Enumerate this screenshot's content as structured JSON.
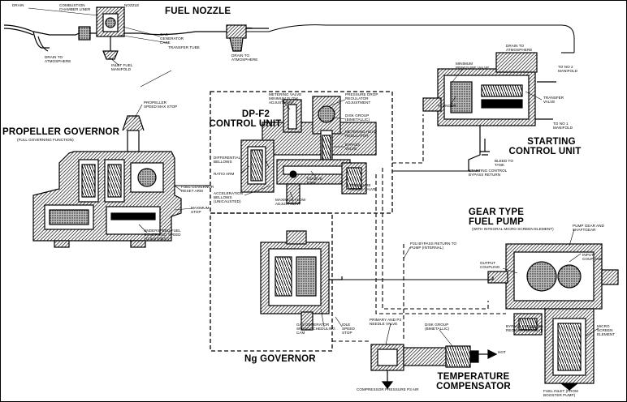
{
  "titles": {
    "fuel_nozzle": "FUEL NOZZLE",
    "propeller_governor": "PROPELLER GOVERNOR",
    "propeller_governor_sub": "(FULL GOVERNING FUNCTION)",
    "dp_f2_line1": "DP-F2",
    "dp_f2_line2": "CONTROL UNIT",
    "starting_line1": "STARTING",
    "starting_line2": "CONTROL UNIT",
    "gear_line1": "GEAR TYPE",
    "gear_line2": "FUEL PUMP",
    "gear_sub": "(WITH INTEGRAL MICRO SCREEN ELEMENT)",
    "ng_governor": "Ng GOVERNOR",
    "temp_line1": "TEMPERATURE",
    "temp_line2": "COMPENSATOR"
  },
  "labels": {
    "drain": "DRAIN",
    "combustion_chamber_liner": "COMBUSTION CHAMBER LINER",
    "nozzle": "NOZZLE",
    "gas_generator_case": "GAS GENERATOR CASE",
    "transfer_tube": "TRANSFER TUBE",
    "drain_to_atmosphere_1": "DRAIN TO ATMOSPHERE",
    "inlet_fuel_manifold": "INLET FUEL MANIFOLD",
    "drain_to_atmosphere_2": "DRAIN TO ATMOSPHERE",
    "drain_to_atmosphere_3": "DRAIN TO ATMOSPHERE",
    "to_no2_manifold": "TO NO 2 MANIFOLD",
    "minimum_pressure_valve": "MINIMUM PRESSURE VALVE",
    "transfer_valve": "TRANSFER VALVE",
    "plunger": "PLUNGER",
    "to_no1_manifold": "TO NO 1 MANIFOLD",
    "bleed_to_tank": "BLEED TO TANK",
    "starting_control_bypass_return": "STARTING CONTROL BYPASS RETURN",
    "propeller_speed_max_stop": "PROPELLER SPEED MAX STOP",
    "fuel_governor_reset_arm": "FUEL GOVERNOR RESET ARM",
    "maximum_stop": "MAXIMUM STOP",
    "underspeed_fuel_governing": "UNDERSPEED FUEL GOVERNING SPEED ADJUSTMENT",
    "metering_valve_min_flow": "METERING VALVE MINIMUM FLOW ADJUSTMENT",
    "pressure_drop_regulator": "PRESSURE DROP REGULATOR ADJUSTMENT",
    "disk_group_bimetallic_1": "DISK GROUP (BIMETALLIC)",
    "metering_head_regulator": "METERING HEAD REGULATOR",
    "bypass_valve": "BYPASS VALVE",
    "differential_bellows": "DIFFERENTIAL BELLOWS",
    "ratio_arm": "RATIO ARM",
    "torque_tube": "TORQUE TUBE",
    "pressure_relief_valve": "PRESSURE RELIEF VALVE",
    "acceleration_bellows": "ACCELERATION BELLOWS (UNICAUSTED)",
    "maximum_flow_adjustment": "MAXIMUM FLOW ADJUSTMENT",
    "pump_gear_and_shaft": "PUMP GEAR AND SHAFTGEAR",
    "p3u_bypass": "P3U BYPASS RETURN TO PUMP (INTERNAL)",
    "input_coupling": "INPUT COUPLING",
    "output_coupling": "OUTPUT COUPLING",
    "gas_generator_speed_scheduling_cam": "GAS GENERATOR SPEED SCHEDULING CAM",
    "idle_speed_stop": "IDLE SPEED STOP",
    "primary_and_p3_needle_valve": "PRIMARY AND P3 NEEDLE VALVE",
    "disk_group_bimetallic_2": "DISK GROUP (BIMETALLIC)",
    "hot": "HOT",
    "bypass_pressure_regulating_valve": "BYPASS PRESSURE REGULATING VALVE",
    "micro_screen_element": "MICRO SCREEN ELEMENT",
    "compressor_pressure_air": "COMPRESSOR PRESSURE P3 AIR",
    "fuel_inlet": "FUEL INLET (FROM BOOSTER PUMP)"
  },
  "colors": {
    "ink": "#000000",
    "paper": "#ffffff",
    "shade": "#8a8a8a"
  }
}
